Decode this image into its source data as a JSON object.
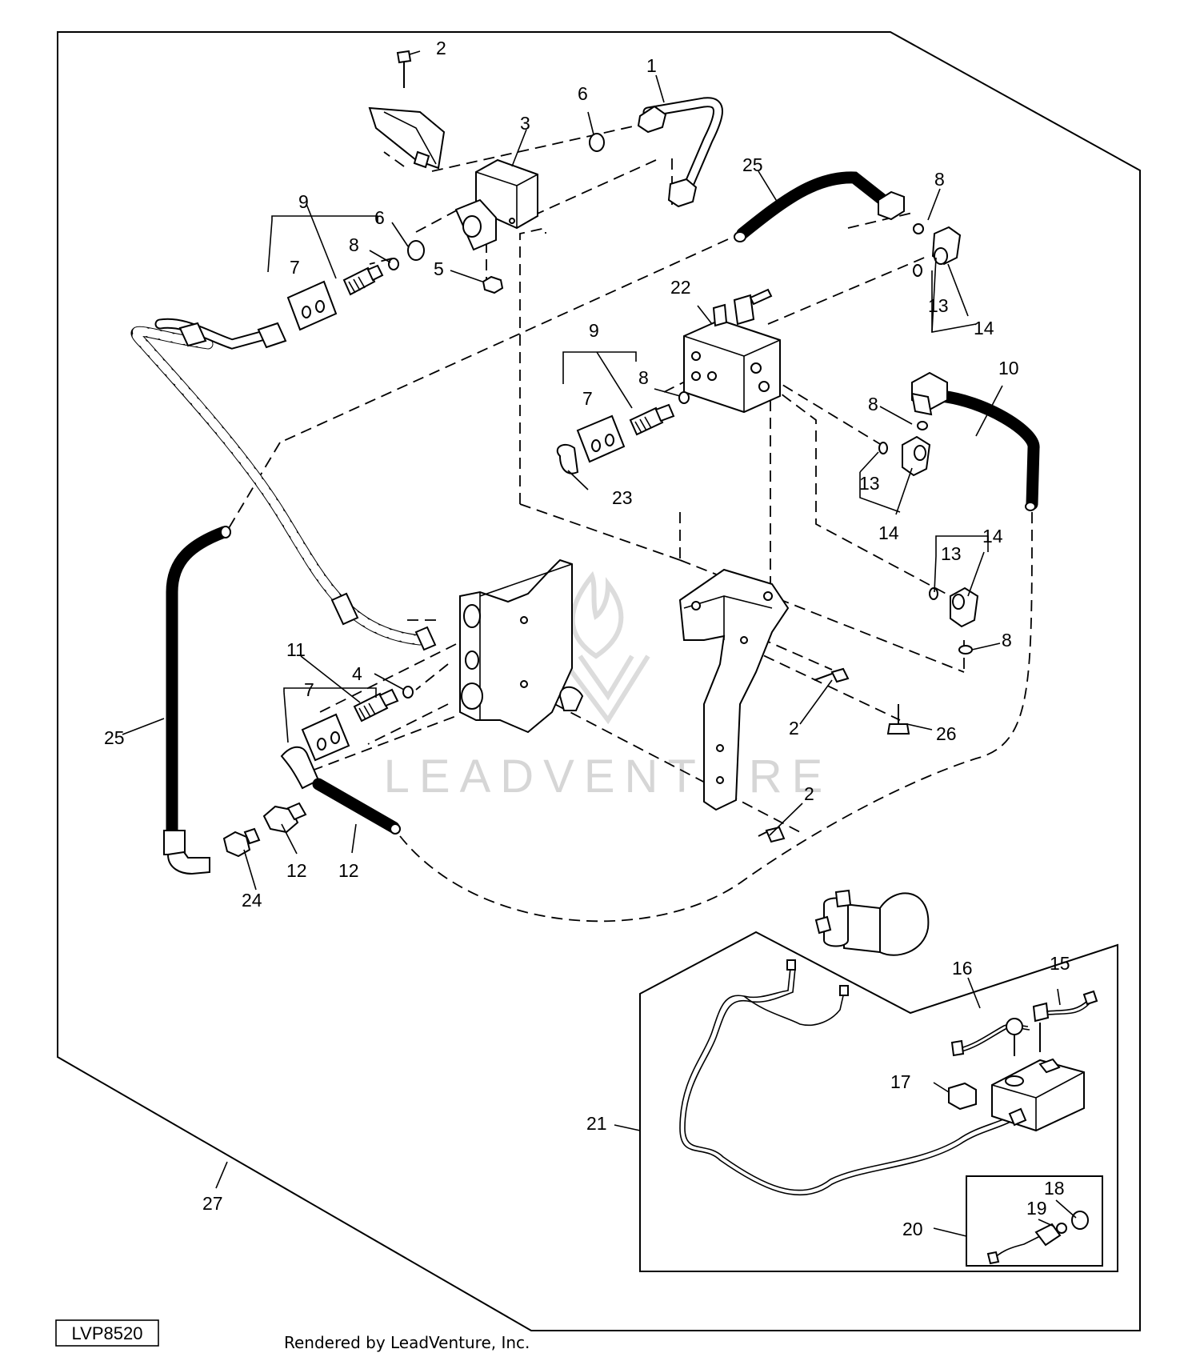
{
  "figure_id": "LVP8520",
  "credit": "Rendered by LeadVenture, Inc.",
  "watermark": "LEADVENTURE",
  "callouts": [
    {
      "id": "c-1",
      "text": "1"
    },
    {
      "id": "c-2a",
      "text": "2"
    },
    {
      "id": "c-2b",
      "text": "2"
    },
    {
      "id": "c-2c",
      "text": "2"
    },
    {
      "id": "c-3",
      "text": "3"
    },
    {
      "id": "c-4",
      "text": "4"
    },
    {
      "id": "c-5",
      "text": "5"
    },
    {
      "id": "c-6a",
      "text": "6"
    },
    {
      "id": "c-6b",
      "text": "6"
    },
    {
      "id": "c-7a",
      "text": "7"
    },
    {
      "id": "c-7b",
      "text": "7"
    },
    {
      "id": "c-7c",
      "text": "7"
    },
    {
      "id": "c-8a",
      "text": "8"
    },
    {
      "id": "c-8b",
      "text": "8"
    },
    {
      "id": "c-8c",
      "text": "8"
    },
    {
      "id": "c-8d",
      "text": "8"
    },
    {
      "id": "c-8e",
      "text": "8"
    },
    {
      "id": "c-9a",
      "text": "9"
    },
    {
      "id": "c-9b",
      "text": "9"
    },
    {
      "id": "c-10",
      "text": "10"
    },
    {
      "id": "c-11",
      "text": "11"
    },
    {
      "id": "c-12a",
      "text": "12"
    },
    {
      "id": "c-12b",
      "text": "12"
    },
    {
      "id": "c-13a",
      "text": "13"
    },
    {
      "id": "c-13b",
      "text": "13"
    },
    {
      "id": "c-13c",
      "text": "13"
    },
    {
      "id": "c-14a",
      "text": "14"
    },
    {
      "id": "c-14b",
      "text": "14"
    },
    {
      "id": "c-14c",
      "text": "14"
    },
    {
      "id": "c-15",
      "text": "15"
    },
    {
      "id": "c-16",
      "text": "16"
    },
    {
      "id": "c-17",
      "text": "17"
    },
    {
      "id": "c-18",
      "text": "18"
    },
    {
      "id": "c-19",
      "text": "19"
    },
    {
      "id": "c-20",
      "text": "20"
    },
    {
      "id": "c-21",
      "text": "21"
    },
    {
      "id": "c-22",
      "text": "22"
    },
    {
      "id": "c-23",
      "text": "23"
    },
    {
      "id": "c-24",
      "text": "24"
    },
    {
      "id": "c-25a",
      "text": "25"
    },
    {
      "id": "c-25b",
      "text": "25"
    },
    {
      "id": "c-26",
      "text": "26"
    },
    {
      "id": "c-27",
      "text": "27"
    }
  ]
}
